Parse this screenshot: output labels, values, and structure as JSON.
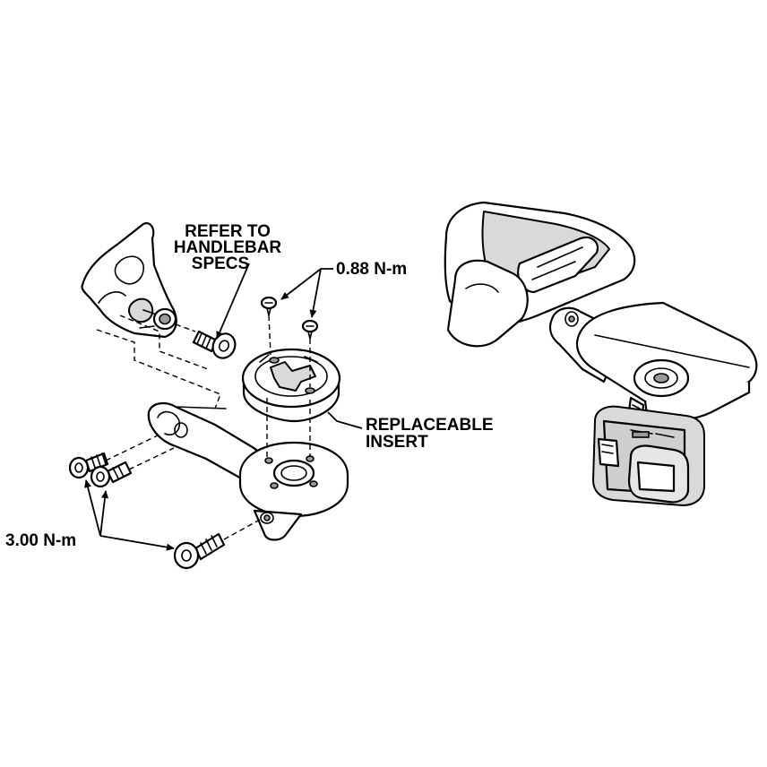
{
  "labels": {
    "handlebar_specs": [
      "REFER TO",
      "HANDLEBAR",
      "SPECS"
    ],
    "torque_small": "0.88 N-m",
    "replaceable_insert": [
      "REPLACEABLE",
      "INSERT"
    ],
    "torque_large": "3.00 N-m"
  },
  "colors": {
    "line": "#000000",
    "fill": "#ffffff",
    "shade": "#d9d9d9"
  }
}
